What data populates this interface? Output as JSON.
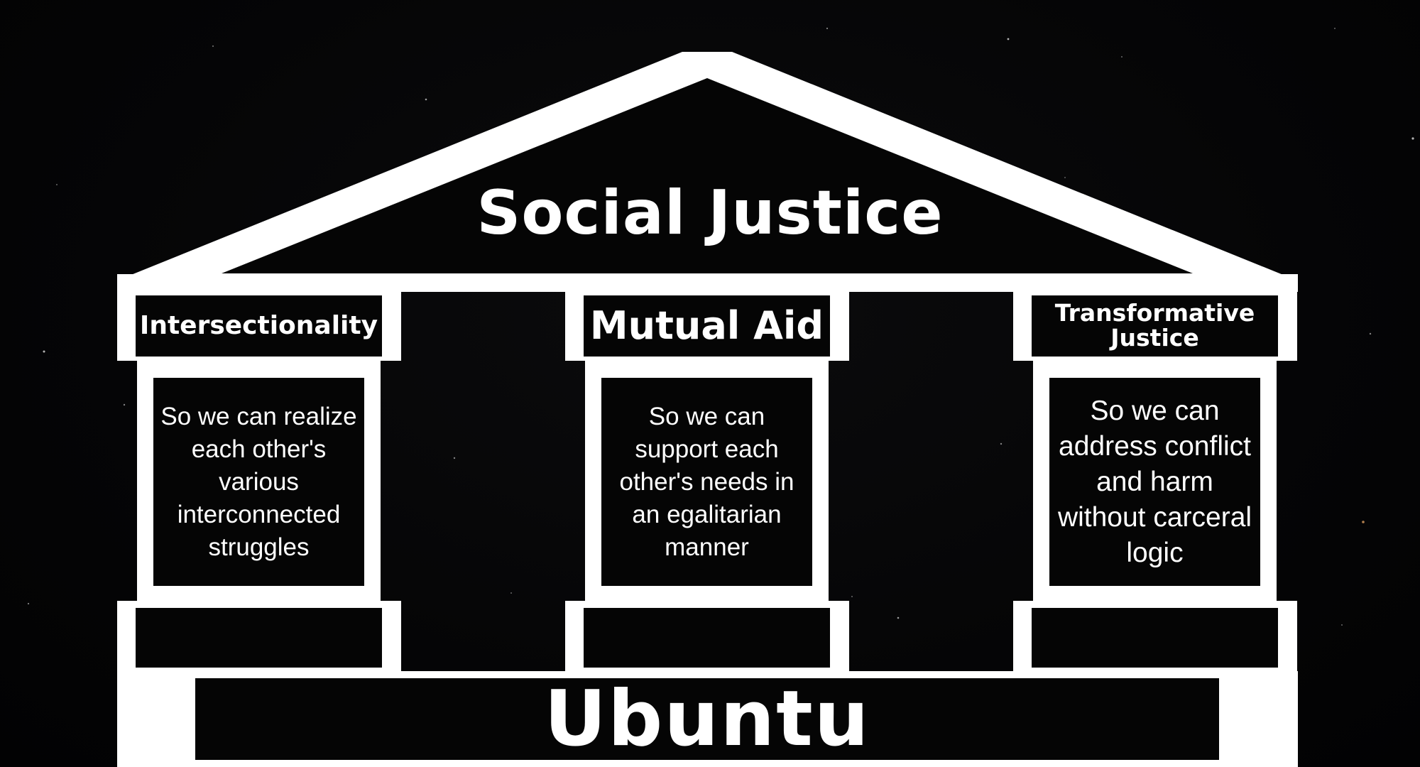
{
  "roof": {
    "title": "Social Justice"
  },
  "pillars": [
    {
      "heading": "Intersectionality",
      "text": "So we can realize each other's various interconnected struggles"
    },
    {
      "heading": "Mutual Aid",
      "text": "So we can support each other's needs in an egalitarian manner"
    },
    {
      "heading": "Transformative Justice",
      "text": "So we can address conflict and harm without carceral logic"
    }
  ],
  "foundation": {
    "label": "Ubuntu"
  }
}
